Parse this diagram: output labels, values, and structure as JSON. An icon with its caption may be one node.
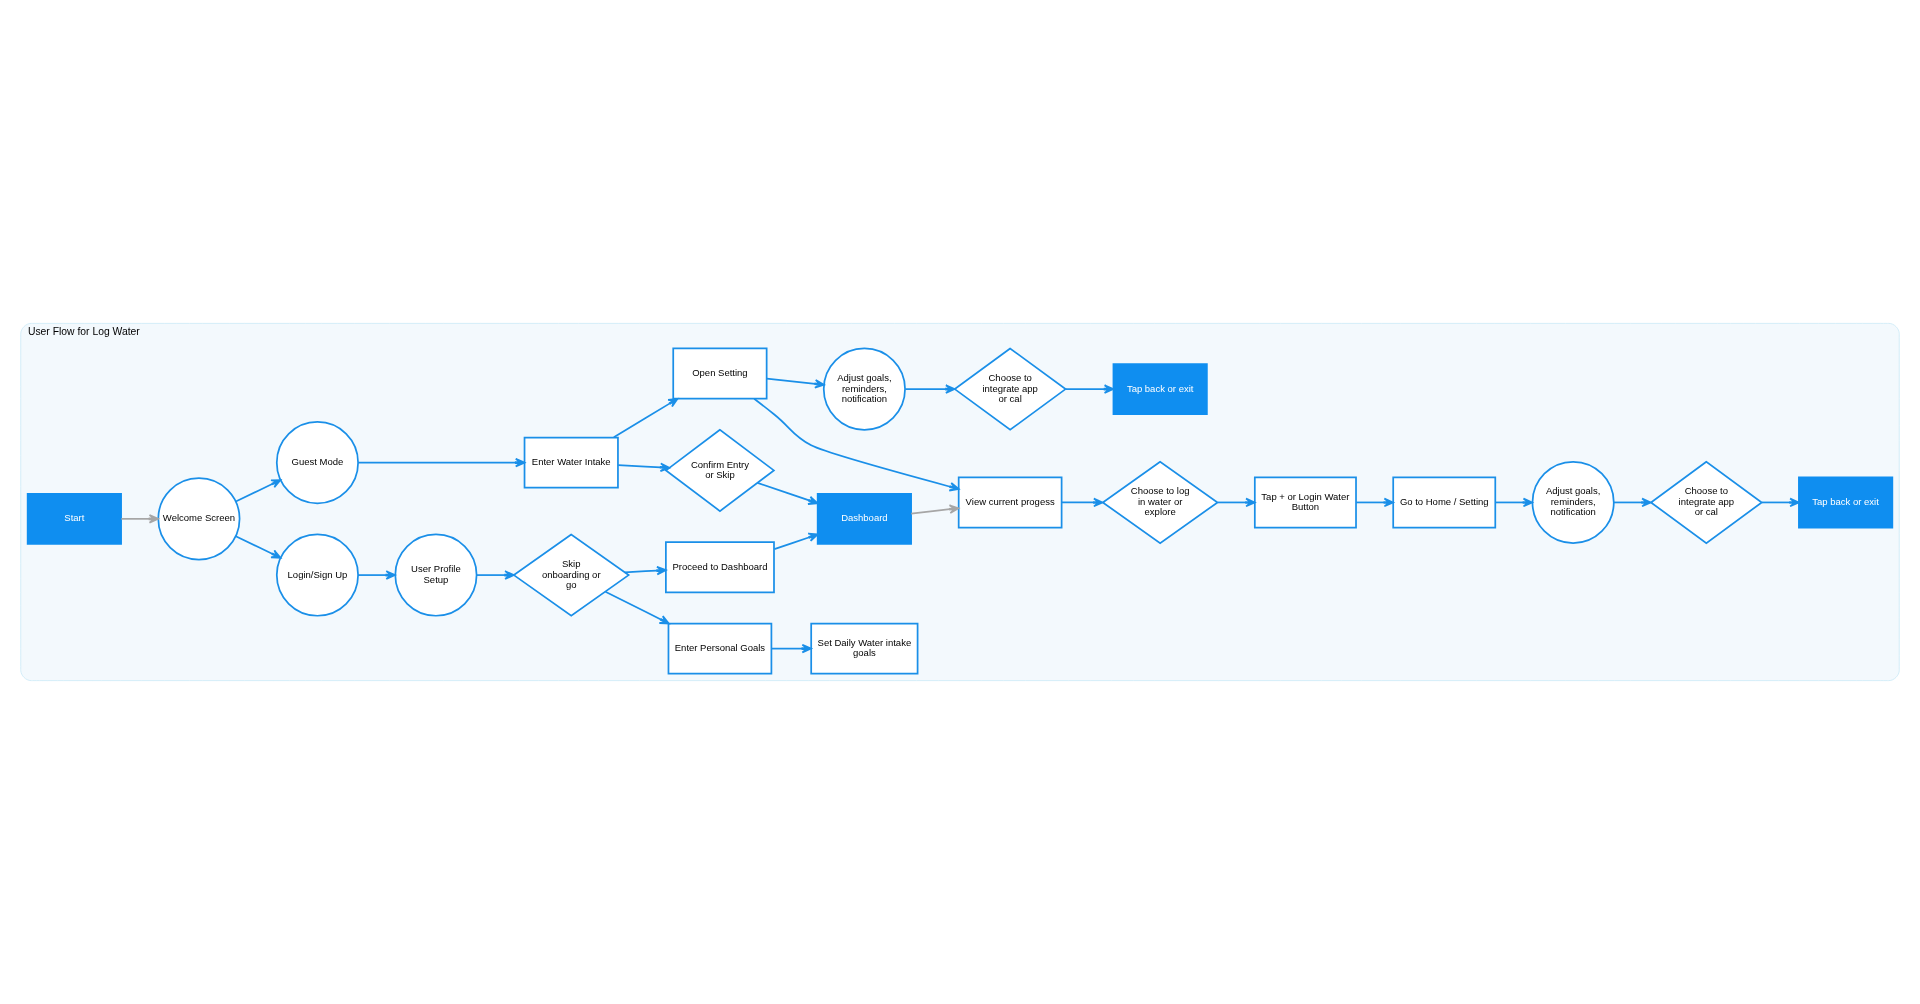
{
  "diagram": {
    "nodes": [
      {
        "text": [
          "User Flow for Log Water"
        ]
      },
      {
        "text": [
          "Start"
        ],
        "in": 0
      },
      {
        "text": [
          "Welcome Screen"
        ],
        "in": 0
      },
      {
        "text": [
          "Login/Sign Up"
        ],
        "in": 0
      },
      {
        "text": [
          "User Profile Setup"
        ],
        "in": 0
      },
      {
        "text": [
          "Skip onboarding or go"
        ],
        "in": 0
      },
      {
        "text": [
          "Enter Personal Goals"
        ],
        "in": 0
      },
      {
        "text": [
          "Set Daily Water intake goals"
        ],
        "in": 0
      },
      {
        "text": [
          "Guest Mode"
        ],
        "in": 0
      },
      {
        "text": [
          "Proceed to Dashboard"
        ],
        "in": 0
      },
      {
        "text": [
          "Enter Water Intake"
        ],
        "in": 0
      },
      {
        "text": [
          "Confirm Entry or Skip"
        ],
        "in": 0
      },
      {
        "text": [
          "Dashboard"
        ],
        "in": 0
      },
      {
        "text": [
          "View current progess"
        ],
        "in": 0
      },
      {
        "text": [
          "Choose to log in water or explore"
        ],
        "in": 0
      },
      {
        "text": [
          "Tap + or Login Water Button"
        ],
        "in": 0
      },
      {
        "text": [
          "Go to Home / Setting"
        ],
        "in": 0
      },
      {
        "text": [
          "Open Setting"
        ],
        "in": 0
      },
      {
        "text": [
          "Adjust goals, reminders, notification"
        ],
        "in": 0
      },
      {
        "text": [
          "Choose to integrate app or cal"
        ],
        "in": 0
      },
      {
        "text": [
          "Tap back or exit"
        ],
        "in": 0
      },
      {
        "text": [
          "Adjust goals, reminders, notification"
        ],
        "in": 0
      },
      {
        "text": [
          "Choose to integrate app or cal"
        ],
        "in": 0
      },
      {
        "text": [
          "Tap back or exit"
        ],
        "in": 0
      }
    ],
    "edges": [
      {
        "from": 1,
        "to": 2,
        "arrow": "to",
        "color": "#a6a6a6"
      },
      {
        "from": 2,
        "to": 3,
        "arrow": "to"
      },
      {
        "from": 3,
        "to": 4,
        "arrow": "to"
      },
      {
        "from": 4,
        "to": 5,
        "arrow": "to"
      },
      {
        "from": 5,
        "to": 6,
        "arrow": "to"
      },
      {
        "from": 5,
        "to": 9,
        "arrow": "to"
      },
      {
        "from": 6,
        "to": 7,
        "arrow": "to"
      },
      {
        "from": 2,
        "to": 8,
        "arrow": "to"
      },
      {
        "from": 8,
        "to": 10,
        "arrow": "to"
      },
      {
        "from": 10,
        "to": 11,
        "arrow": "to"
      },
      {
        "from": 11,
        "to": 12,
        "arrow": "to"
      },
      {
        "from": 9,
        "to": 12,
        "arrow": "to"
      },
      {
        "from": 12,
        "to": 13,
        "arrow": "to",
        "color": "#a6a6a6"
      },
      {
        "from": 10,
        "to": 17,
        "arrow": "to"
      },
      {
        "from": 17,
        "to": 13,
        "arrow": "to"
      },
      {
        "from": 13,
        "to": 14,
        "arrow": "to"
      },
      {
        "from": 14,
        "to": 15,
        "arrow": "to"
      },
      {
        "from": 15,
        "to": 16,
        "arrow": "to"
      },
      {
        "from": 16,
        "to": 21,
        "arrow": "to"
      },
      {
        "from": 17,
        "to": 18,
        "arrow": "to"
      },
      {
        "from": 18,
        "to": 19,
        "arrow": "to"
      },
      {
        "from": 19,
        "to": 20,
        "arrow": "to"
      },
      {
        "from": 21,
        "to": 22,
        "arrow": "to"
      },
      {
        "from": 22,
        "to": 23,
        "arrow": "to"
      }
    ]
  }
}
